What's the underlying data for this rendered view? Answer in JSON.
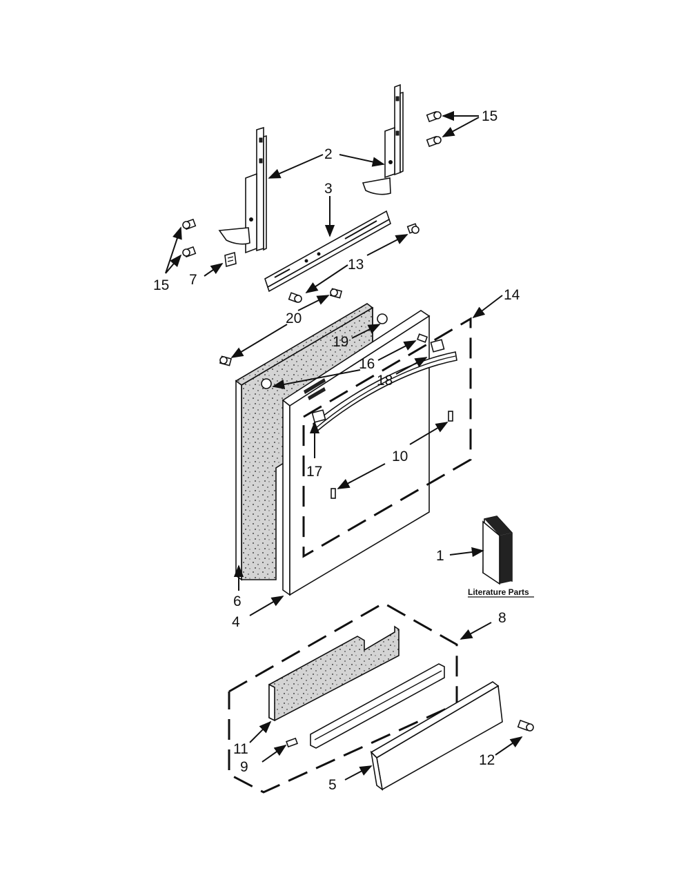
{
  "callouts": {
    "c1": "1",
    "c2": "2",
    "c3": "3",
    "c4": "4",
    "c5": "5",
    "c6": "6",
    "c7": "7",
    "c8": "8",
    "c9": "9",
    "c10": "10",
    "c11": "11",
    "c12": "12",
    "c13": "13",
    "c14": "14",
    "c15a": "15",
    "c15b": "15",
    "c16": "16",
    "c17": "17",
    "c18": "18",
    "c19": "19",
    "c20": "20"
  },
  "literature_label": "Literature Parts"
}
